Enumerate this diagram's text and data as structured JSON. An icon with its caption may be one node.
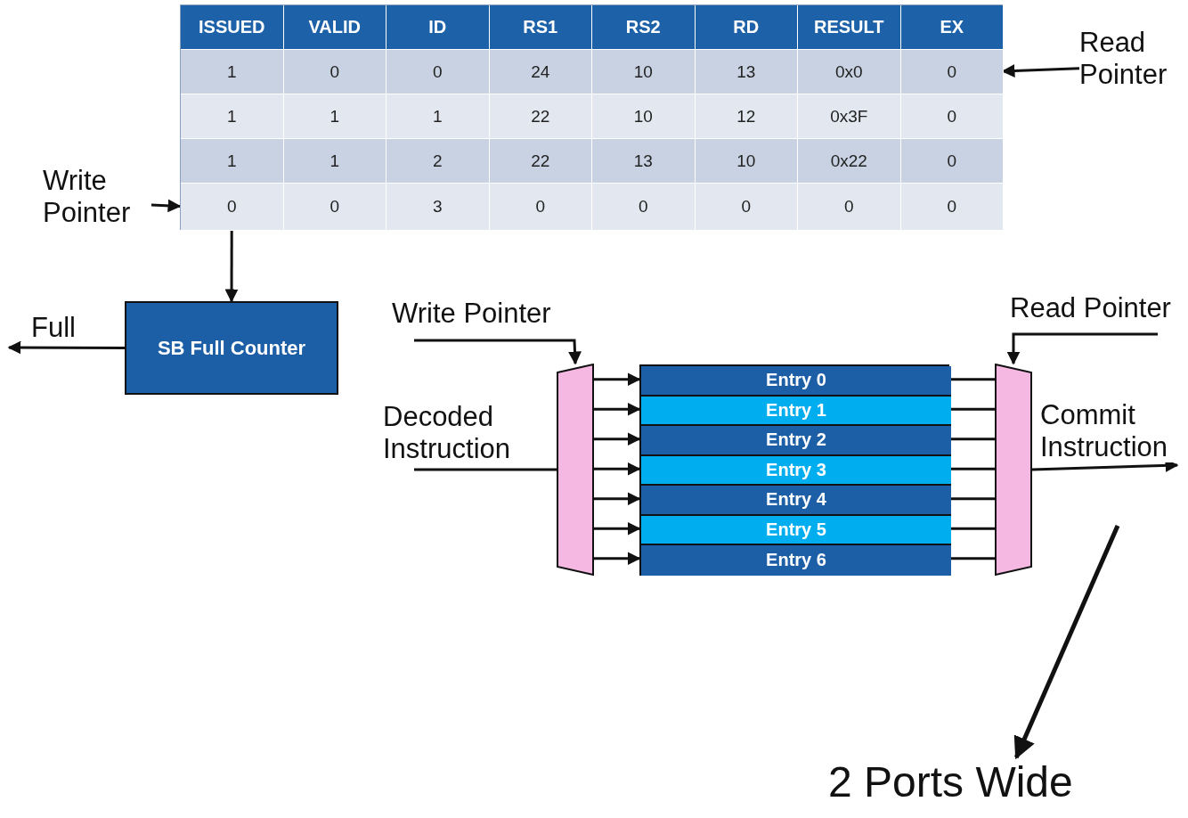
{
  "diagram": {
    "nodes": [
      {
        "text": [],
        "shape": "box"
      },
      {
        "text": [
          "ISSUED",
          "VALID",
          "ID",
          "RS1",
          "RS2",
          "RD",
          "RESULT",
          "EX"
        ],
        "in": 0
      },
      {
        "text": [
          "1",
          "0",
          "0",
          "24",
          "10",
          "13",
          "0x0",
          "0"
        ],
        "in": 0
      },
      {
        "text": [
          "1",
          "1",
          "1",
          "22",
          "10",
          "12",
          "0x3F",
          "0"
        ],
        "in": 0
      },
      {
        "text": [
          "1",
          "1",
          "2",
          "22",
          "13",
          "10",
          "0x22",
          "0"
        ],
        "in": 0
      },
      {
        "text": [
          "0",
          "0",
          "3",
          "0",
          "0",
          "0",
          "0",
          "0"
        ],
        "in": 0
      },
      {
        "text": [
          "Read Pointer"
        ]
      },
      {
        "text": [
          "Write Pointer"
        ]
      },
      {
        "text": [
          "SB Full Counter"
        ]
      },
      {
        "text": [],
        "shape": "trapezoid"
      },
      {
        "text": [],
        "shape": "box"
      },
      {
        "text": [
          "Entry 0"
        ],
        "in": 10
      },
      {
        "text": [
          "Entry 1"
        ],
        "in": 10
      },
      {
        "text": [
          "Entry 2"
        ],
        "in": 10
      },
      {
        "text": [
          "Entry 3"
        ],
        "in": 10
      },
      {
        "text": [
          "Entry 4"
        ],
        "in": 10
      },
      {
        "text": [
          "Entry 5"
        ],
        "in": 10
      },
      {
        "text": [
          "Entry 6"
        ],
        "in": 10
      },
      {
        "text": [],
        "shape": "trapezoid"
      },
      {
        "text": [
          "2 Ports Wide"
        ]
      }
    ],
    "edges": [
      {
        "from": 6,
        "to": 2,
        "arrow": "to"
      },
      {
        "from": 7,
        "to": 5,
        "arrow": "to"
      },
      {
        "from": 5,
        "to": 8,
        "arrow": "to"
      },
      {
        "from": 8,
        "to": null,
        "arrow": "to",
        "label": "Full"
      },
      {
        "from": null,
        "to": 9,
        "arrow": "to",
        "label": "Write Pointer"
      },
      {
        "from": null,
        "to": 18,
        "arrow": "to",
        "label": "Read Pointer"
      },
      {
        "from": null,
        "to": 9,
        "arrow": "none",
        "label": "Decoded Instruction"
      },
      {
        "from": 9,
        "to": 11,
        "arrow": "to"
      },
      {
        "from": 9,
        "to": 12,
        "arrow": "to"
      },
      {
        "from": 9,
        "to": 13,
        "arrow": "to"
      },
      {
        "from": 9,
        "to": 14,
        "arrow": "to"
      },
      {
        "from": 9,
        "to": 15,
        "arrow": "to"
      },
      {
        "from": 9,
        "to": 16,
        "arrow": "to"
      },
      {
        "from": 9,
        "to": 17,
        "arrow": "to"
      },
      {
        "from": 11,
        "to": 18,
        "arrow": "none"
      },
      {
        "from": 12,
        "to": 18,
        "arrow": "none"
      },
      {
        "from": 13,
        "to": 18,
        "arrow": "none"
      },
      {
        "from": 14,
        "to": 18,
        "arrow": "none"
      },
      {
        "from": 15,
        "to": 18,
        "arrow": "none"
      },
      {
        "from": 16,
        "to": 18,
        "arrow": "none"
      },
      {
        "from": 17,
        "to": 18,
        "arrow": "none"
      },
      {
        "from": 18,
        "to": null,
        "arrow": "to",
        "label": "Commit Instruction"
      },
      {
        "from": null,
        "to": 19,
        "arrow": "to"
      }
    ]
  }
}
